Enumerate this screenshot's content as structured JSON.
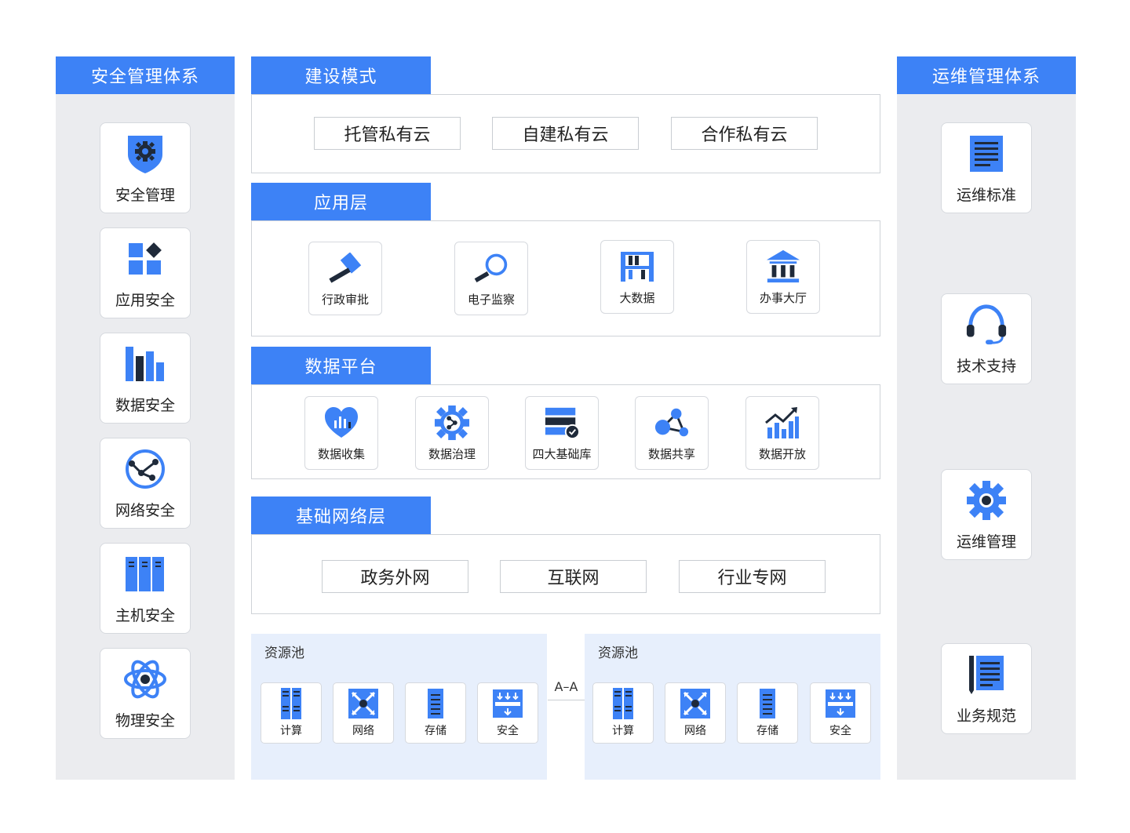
{
  "left_column": {
    "title": "安全管理体系",
    "items": [
      {
        "label": "安全管理",
        "icon": "shield-gear-icon"
      },
      {
        "label": "应用安全",
        "icon": "app-blocks-icon"
      },
      {
        "label": "数据安全",
        "icon": "bar-chart-icon"
      },
      {
        "label": "网络安全",
        "icon": "globe-network-icon"
      },
      {
        "label": "主机安全",
        "icon": "server-rack-icon"
      },
      {
        "label": "物理安全",
        "icon": "atom-icon"
      }
    ]
  },
  "right_column": {
    "title": "运维管理体系",
    "items": [
      {
        "label": "运维标准",
        "icon": "document-lines-icon"
      },
      {
        "label": "技术支持",
        "icon": "headset-icon"
      },
      {
        "label": "运维管理",
        "icon": "gear-icon"
      },
      {
        "label": "业务规范",
        "icon": "notebook-icon"
      }
    ]
  },
  "sections": {
    "build_mode": {
      "title": "建设模式",
      "items": [
        "托管私有云",
        "自建私有云",
        "合作私有云"
      ]
    },
    "app_layer": {
      "title": "应用层",
      "items": [
        {
          "label": "行政审批",
          "icon": "gavel-icon"
        },
        {
          "label": "电子监察",
          "icon": "magnifier-icon"
        },
        {
          "label": "大数据",
          "icon": "abacus-icon"
        },
        {
          "label": "办事大厅",
          "icon": "hall-building-icon"
        }
      ]
    },
    "data_platform": {
      "title": "数据平台",
      "items": [
        {
          "label": "数据收集",
          "icon": "heart-chart-icon"
        },
        {
          "label": "数据治理",
          "icon": "gear-share-icon"
        },
        {
          "label": "四大基础库",
          "icon": "database-check-icon"
        },
        {
          "label": "数据共享",
          "icon": "share-nodes-icon"
        },
        {
          "label": "数据开放",
          "icon": "trend-chart-icon"
        }
      ]
    },
    "network_layer": {
      "title": "基础网络层",
      "items": [
        "政务外网",
        "互联网",
        "行业专网"
      ]
    }
  },
  "pools": [
    {
      "title": "资源池",
      "items": [
        {
          "label": "计算",
          "icon": "compute-icon"
        },
        {
          "label": "网络",
          "icon": "network-switch-icon"
        },
        {
          "label": "存储",
          "icon": "storage-icon"
        },
        {
          "label": "安全",
          "icon": "firewall-icon"
        }
      ]
    },
    {
      "title": "资源池",
      "items": [
        {
          "label": "计算",
          "icon": "compute-icon"
        },
        {
          "label": "网络",
          "icon": "network-switch-icon"
        },
        {
          "label": "存储",
          "icon": "storage-icon"
        },
        {
          "label": "安全",
          "icon": "firewall-icon"
        }
      ]
    }
  ],
  "link_label": "A–A",
  "colors": {
    "accent": "#3d82f6",
    "dark": "#1f2a3a",
    "panel": "#ebecef",
    "pool_bg": "#e7effc"
  }
}
